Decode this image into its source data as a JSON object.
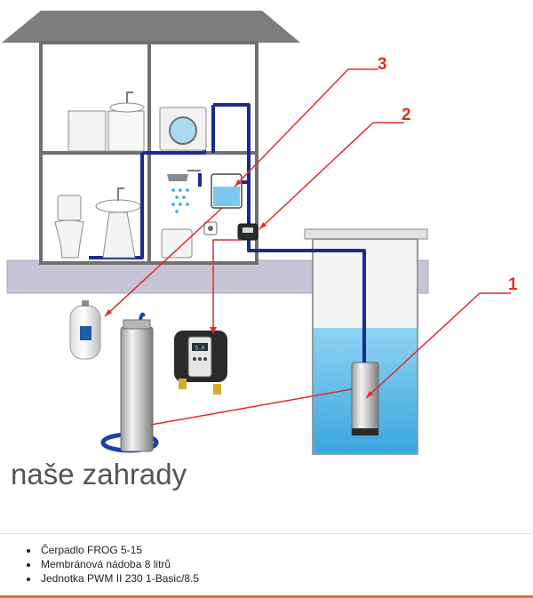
{
  "diagram": {
    "callouts": [
      {
        "number": "1"
      },
      {
        "number": "2"
      },
      {
        "number": "3"
      }
    ],
    "watermark": "naše zahrady",
    "pump_display_text": "5.0",
    "colors": {
      "pipe": "#1c2a8c",
      "callout": "#e32b2b",
      "water": "#4fb8e8",
      "wall": "#707070",
      "ground": "#c8c4d8"
    }
  },
  "legend": {
    "items": [
      "Čerpadlo FROG 5-15",
      "Membránová nádoba 8 litrů",
      "Jednotka PWM II 230 1-Basic/8.5"
    ]
  },
  "footer": {
    "accent_color": "#d9742a"
  }
}
